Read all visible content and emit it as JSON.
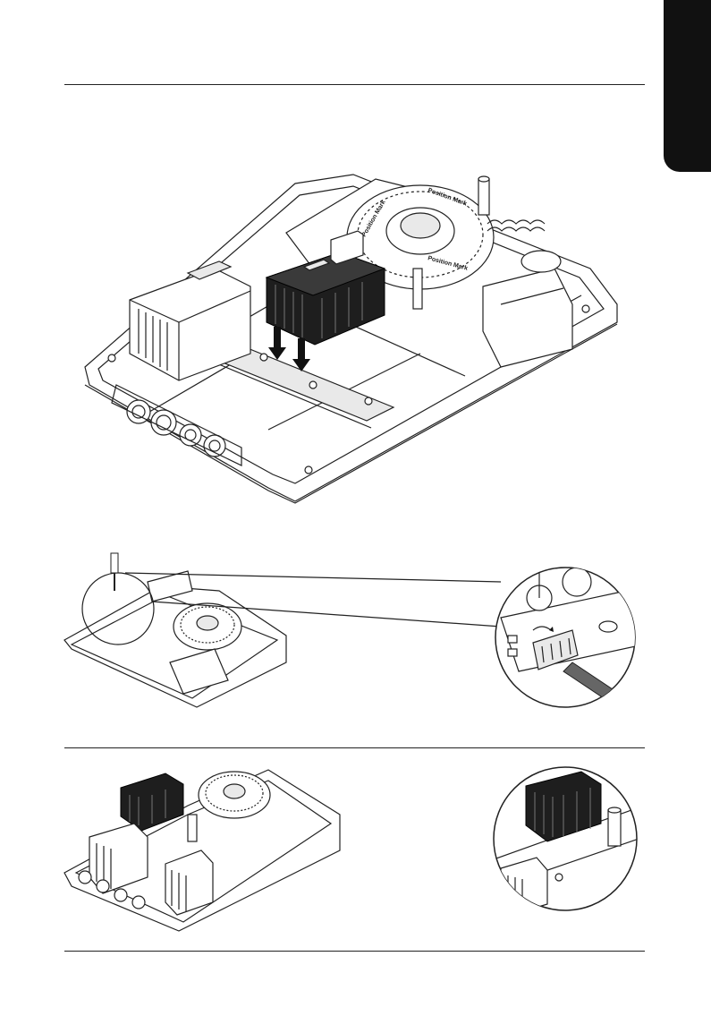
{
  "page": {
    "tab_color": "#111111"
  },
  "figure_main": {
    "gear_labels": [
      "Position Mark",
      "Position Mark",
      "Position Mark"
    ]
  }
}
